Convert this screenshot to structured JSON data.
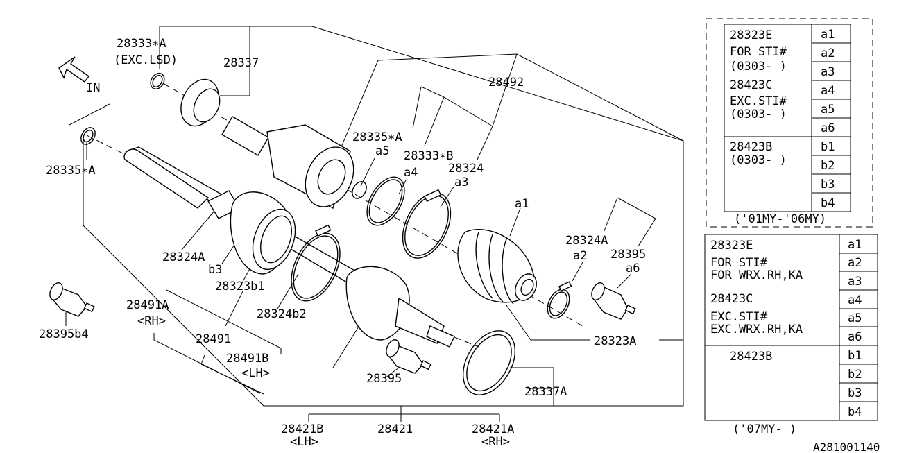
{
  "labels": {
    "p28333A": "28333∗A",
    "exc_lsd": "(EXC.LSD)",
    "p28337": "28337",
    "in_arrow": "IN",
    "p28335A_top": "28335∗A",
    "p28335A_left": "28335∗A",
    "p28492": "28492",
    "a5": "a5",
    "p28333B": "28333∗B",
    "a4": "a4",
    "p28324": "28324",
    "a3": "a3",
    "a1": "a1",
    "p28324A_right": "28324A",
    "p28395_right": "28395",
    "a2": "a2",
    "a6": "a6",
    "p28324A_left": "28324A",
    "b3": "b3",
    "p28323b1": "28323b1",
    "p28491A": "28491A",
    "rh1": "<RH>",
    "p28324b2": "28324b2",
    "p28491": "28491",
    "p28491B": "28491B",
    "lh1": "<LH>",
    "p28395b4": "28395b4",
    "p28323A": "28323A",
    "p28395_bottom": "28395",
    "p28337A": "28337A",
    "p28421B": "28421B",
    "lh2": "<LH>",
    "p28421": "28421",
    "p28421A": "28421A",
    "rh2": "<RH>",
    "diagram_id": "A281001140"
  },
  "table_top": {
    "rows_left": [
      "28323E",
      "FOR STI#",
      "(0303- )",
      "28423C",
      "EXC.STI#",
      "(0303- )",
      "28423B",
      "(0303- )"
    ],
    "codes": [
      "a1",
      "a2",
      "a3",
      "a4",
      "a5",
      "a6",
      "b1",
      "b2",
      "b3",
      "b4"
    ],
    "footer": "('01MY-'06MY)"
  },
  "table_bottom": {
    "rows_left": [
      "28323E",
      "FOR STI#",
      "FOR WRX.RH,KA",
      "28423C",
      "EXC.STI#",
      "EXC.WRX.RH,KA",
      "28423B"
    ],
    "codes": [
      "a1",
      "a2",
      "a3",
      "a4",
      "a5",
      "a6",
      "b1",
      "b2",
      "b3",
      "b4"
    ],
    "footer": "('07MY-        )"
  }
}
